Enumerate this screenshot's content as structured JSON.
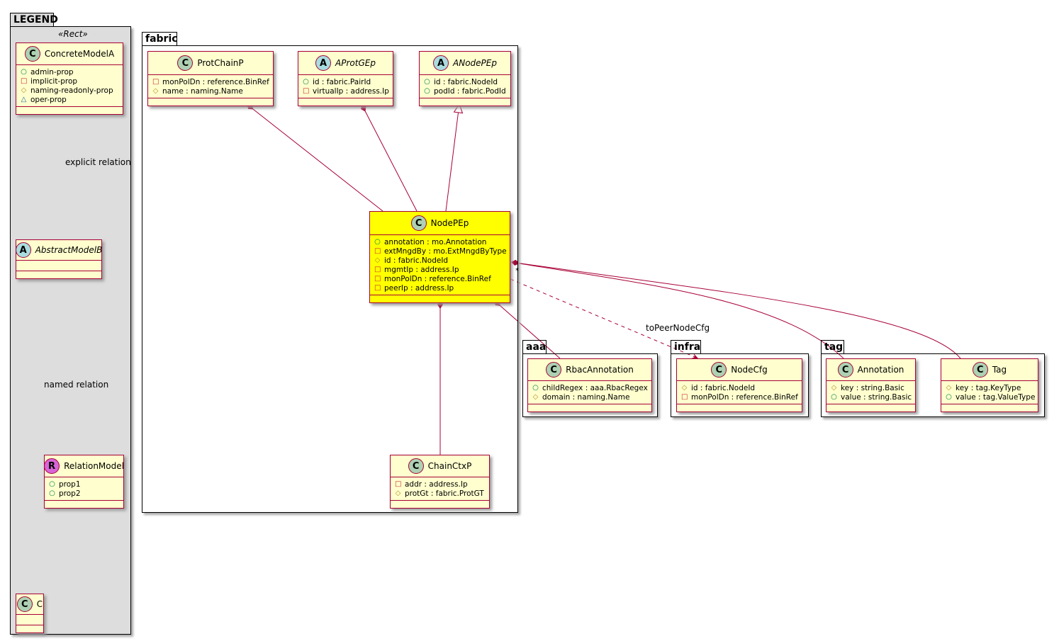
{
  "packages": {
    "legend": {
      "name": "LEGEND",
      "stereotype": "«Rect»"
    },
    "fabric": {
      "name": "fabric"
    },
    "aaa": {
      "name": "aaa"
    },
    "infra": {
      "name": "infra"
    },
    "tag": {
      "name": "tag"
    }
  },
  "visibility_icons": {
    "+": "public-circle",
    "-": "private-square",
    "#": "protected-diamond",
    "~": "package-triangle"
  },
  "colors": {
    "border": "#a80036",
    "class_bg": "#fefece",
    "highlight_bg": "#ffff00",
    "legend_bg": "#dddddd",
    "spot_class": "#add1b2",
    "spot_abstract": "#a9dcdf",
    "spot_relation": "#d865d8"
  },
  "classes": [
    {
      "id": "ConcreteModelA",
      "spot": "C",
      "name": "ConcreteModelA",
      "members": [
        {
          "vis": "+",
          "text": "admin-prop"
        },
        {
          "vis": "-",
          "text": "implicit-prop"
        },
        {
          "vis": "#",
          "text": "naming-readonly-prop"
        },
        {
          "vis": "~",
          "text": "oper-prop"
        }
      ]
    },
    {
      "id": "AbstractModelB",
      "spot": "A",
      "name": "AbstractModelB",
      "abstract": true,
      "members": []
    },
    {
      "id": "RelationModel",
      "spot": "R",
      "name": "RelationModel",
      "members": [
        {
          "vis": "+",
          "text": "prop1"
        },
        {
          "vis": "+",
          "text": "prop2"
        }
      ]
    },
    {
      "id": "C",
      "spot": "C",
      "name": "C",
      "members": []
    },
    {
      "id": "ProtChainP",
      "spot": "C",
      "name": "ProtChainP",
      "members": [
        {
          "vis": "-",
          "text": "monPolDn : reference.BinRef"
        },
        {
          "vis": "#",
          "text": "name : naming.Name"
        }
      ]
    },
    {
      "id": "AProtGEp",
      "spot": "A",
      "name": "AProtGEp",
      "abstract": true,
      "members": [
        {
          "vis": "+",
          "text": "id : fabric.PairId"
        },
        {
          "vis": "-",
          "text": "virtualIp : address.Ip"
        }
      ]
    },
    {
      "id": "ANodePEp",
      "spot": "A",
      "name": "ANodePEp",
      "abstract": true,
      "members": [
        {
          "vis": "+",
          "text": "id : fabric.NodeId"
        },
        {
          "vis": "+",
          "text": "podId : fabric.PodId"
        }
      ]
    },
    {
      "id": "NodePEp",
      "spot": "C",
      "name": "NodePEp",
      "highlight": true,
      "members": [
        {
          "vis": "+",
          "text": "annotation : mo.Annotation"
        },
        {
          "vis": "-",
          "text": "extMngdBy : mo.ExtMngdByType"
        },
        {
          "vis": "#",
          "text": "id : fabric.NodeId"
        },
        {
          "vis": "-",
          "text": "mgmtIp : address.Ip"
        },
        {
          "vis": "-",
          "text": "monPolDn : reference.BinRef"
        },
        {
          "vis": "-",
          "text": "peerIp : address.Ip"
        }
      ]
    },
    {
      "id": "ChainCtxP",
      "spot": "C",
      "name": "ChainCtxP",
      "members": [
        {
          "vis": "-",
          "text": "addr : address.Ip"
        },
        {
          "vis": "#",
          "text": "protGt : fabric.ProtGT"
        }
      ]
    },
    {
      "id": "RbacAnnotation",
      "spot": "C",
      "name": "RbacAnnotation",
      "members": [
        {
          "vis": "+",
          "text": "childRegex : aaa.RbacRegex"
        },
        {
          "vis": "#",
          "text": "domain : naming.Name"
        }
      ]
    },
    {
      "id": "NodeCfg",
      "spot": "C",
      "name": "NodeCfg",
      "members": [
        {
          "vis": "#",
          "text": "id : fabric.NodeId"
        },
        {
          "vis": "-",
          "text": "monPolDn : reference.BinRef"
        }
      ]
    },
    {
      "id": "Annotation",
      "spot": "C",
      "name": "Annotation",
      "members": [
        {
          "vis": "#",
          "text": "key : string.Basic"
        },
        {
          "vis": "+",
          "text": "value : string.Basic"
        }
      ]
    },
    {
      "id": "Tag",
      "spot": "C",
      "name": "Tag",
      "members": [
        {
          "vis": "#",
          "text": "key : tag.KeyType"
        },
        {
          "vis": "+",
          "text": "value : tag.ValueType"
        }
      ]
    }
  ],
  "edge_labels": {
    "explicit": "explicit relation",
    "named": "named relation",
    "toPeer": "toPeerNodeCfg",
    "multiplicity": "*"
  }
}
